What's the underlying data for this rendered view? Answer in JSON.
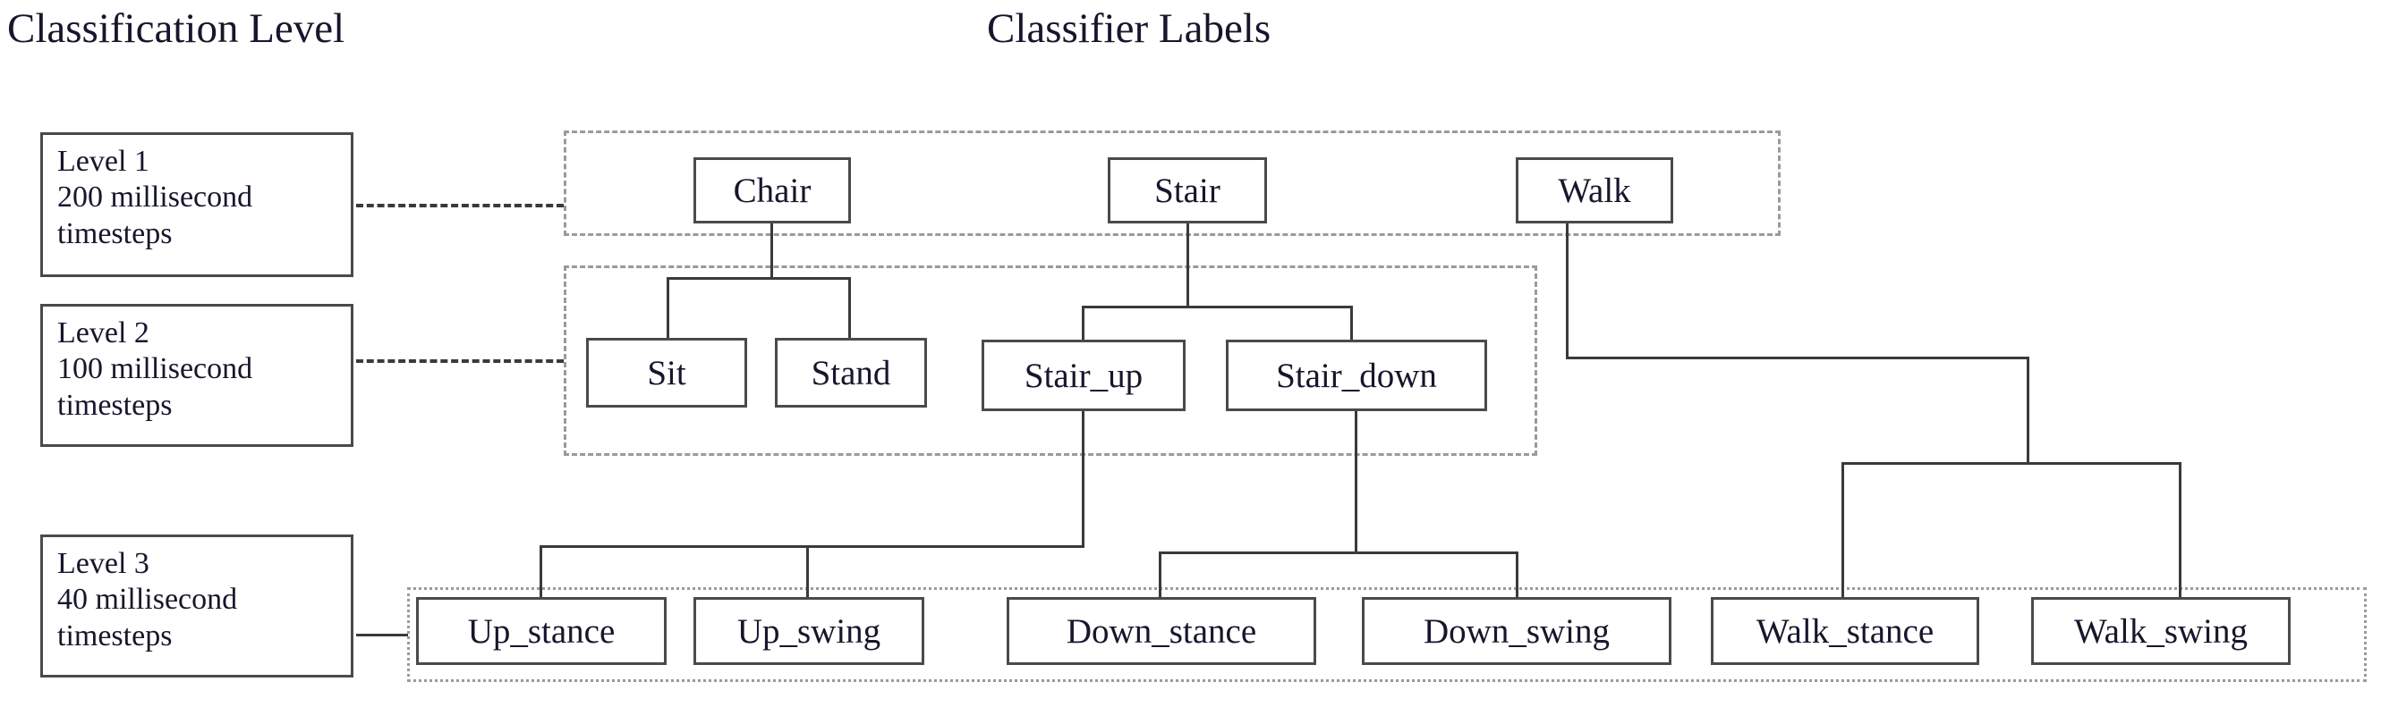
{
  "headings": {
    "left": "Classification Level",
    "right": "Classifier Labels"
  },
  "levels": [
    {
      "title": "Level 1",
      "detail_line1": "200 millisecond",
      "detail_line2": "timesteps"
    },
    {
      "title": "Level 2",
      "detail_line1": "100 millisecond",
      "detail_line2": "timesteps"
    },
    {
      "title": "Level 3",
      "detail_line1": "40 millisecond",
      "detail_line2": "timesteps"
    }
  ],
  "tree": {
    "level1": [
      {
        "label": "Chair"
      },
      {
        "label": "Stair"
      },
      {
        "label": "Walk"
      }
    ],
    "level2": [
      {
        "label": "Sit"
      },
      {
        "label": "Stand"
      },
      {
        "label": "Stair_up"
      },
      {
        "label": "Stair_down"
      }
    ],
    "level3": [
      {
        "label": "Up_stance"
      },
      {
        "label": "Up_swing"
      },
      {
        "label": "Down_stance"
      },
      {
        "label": "Down_swing"
      },
      {
        "label": "Walk_stance"
      },
      {
        "label": "Walk_swing"
      }
    ]
  },
  "colors": {
    "node_border": "#4a4a4a",
    "group_border": "#9a9a9a",
    "connector": "#3a3a3a",
    "text": "#16162c",
    "background": "#ffffff"
  }
}
